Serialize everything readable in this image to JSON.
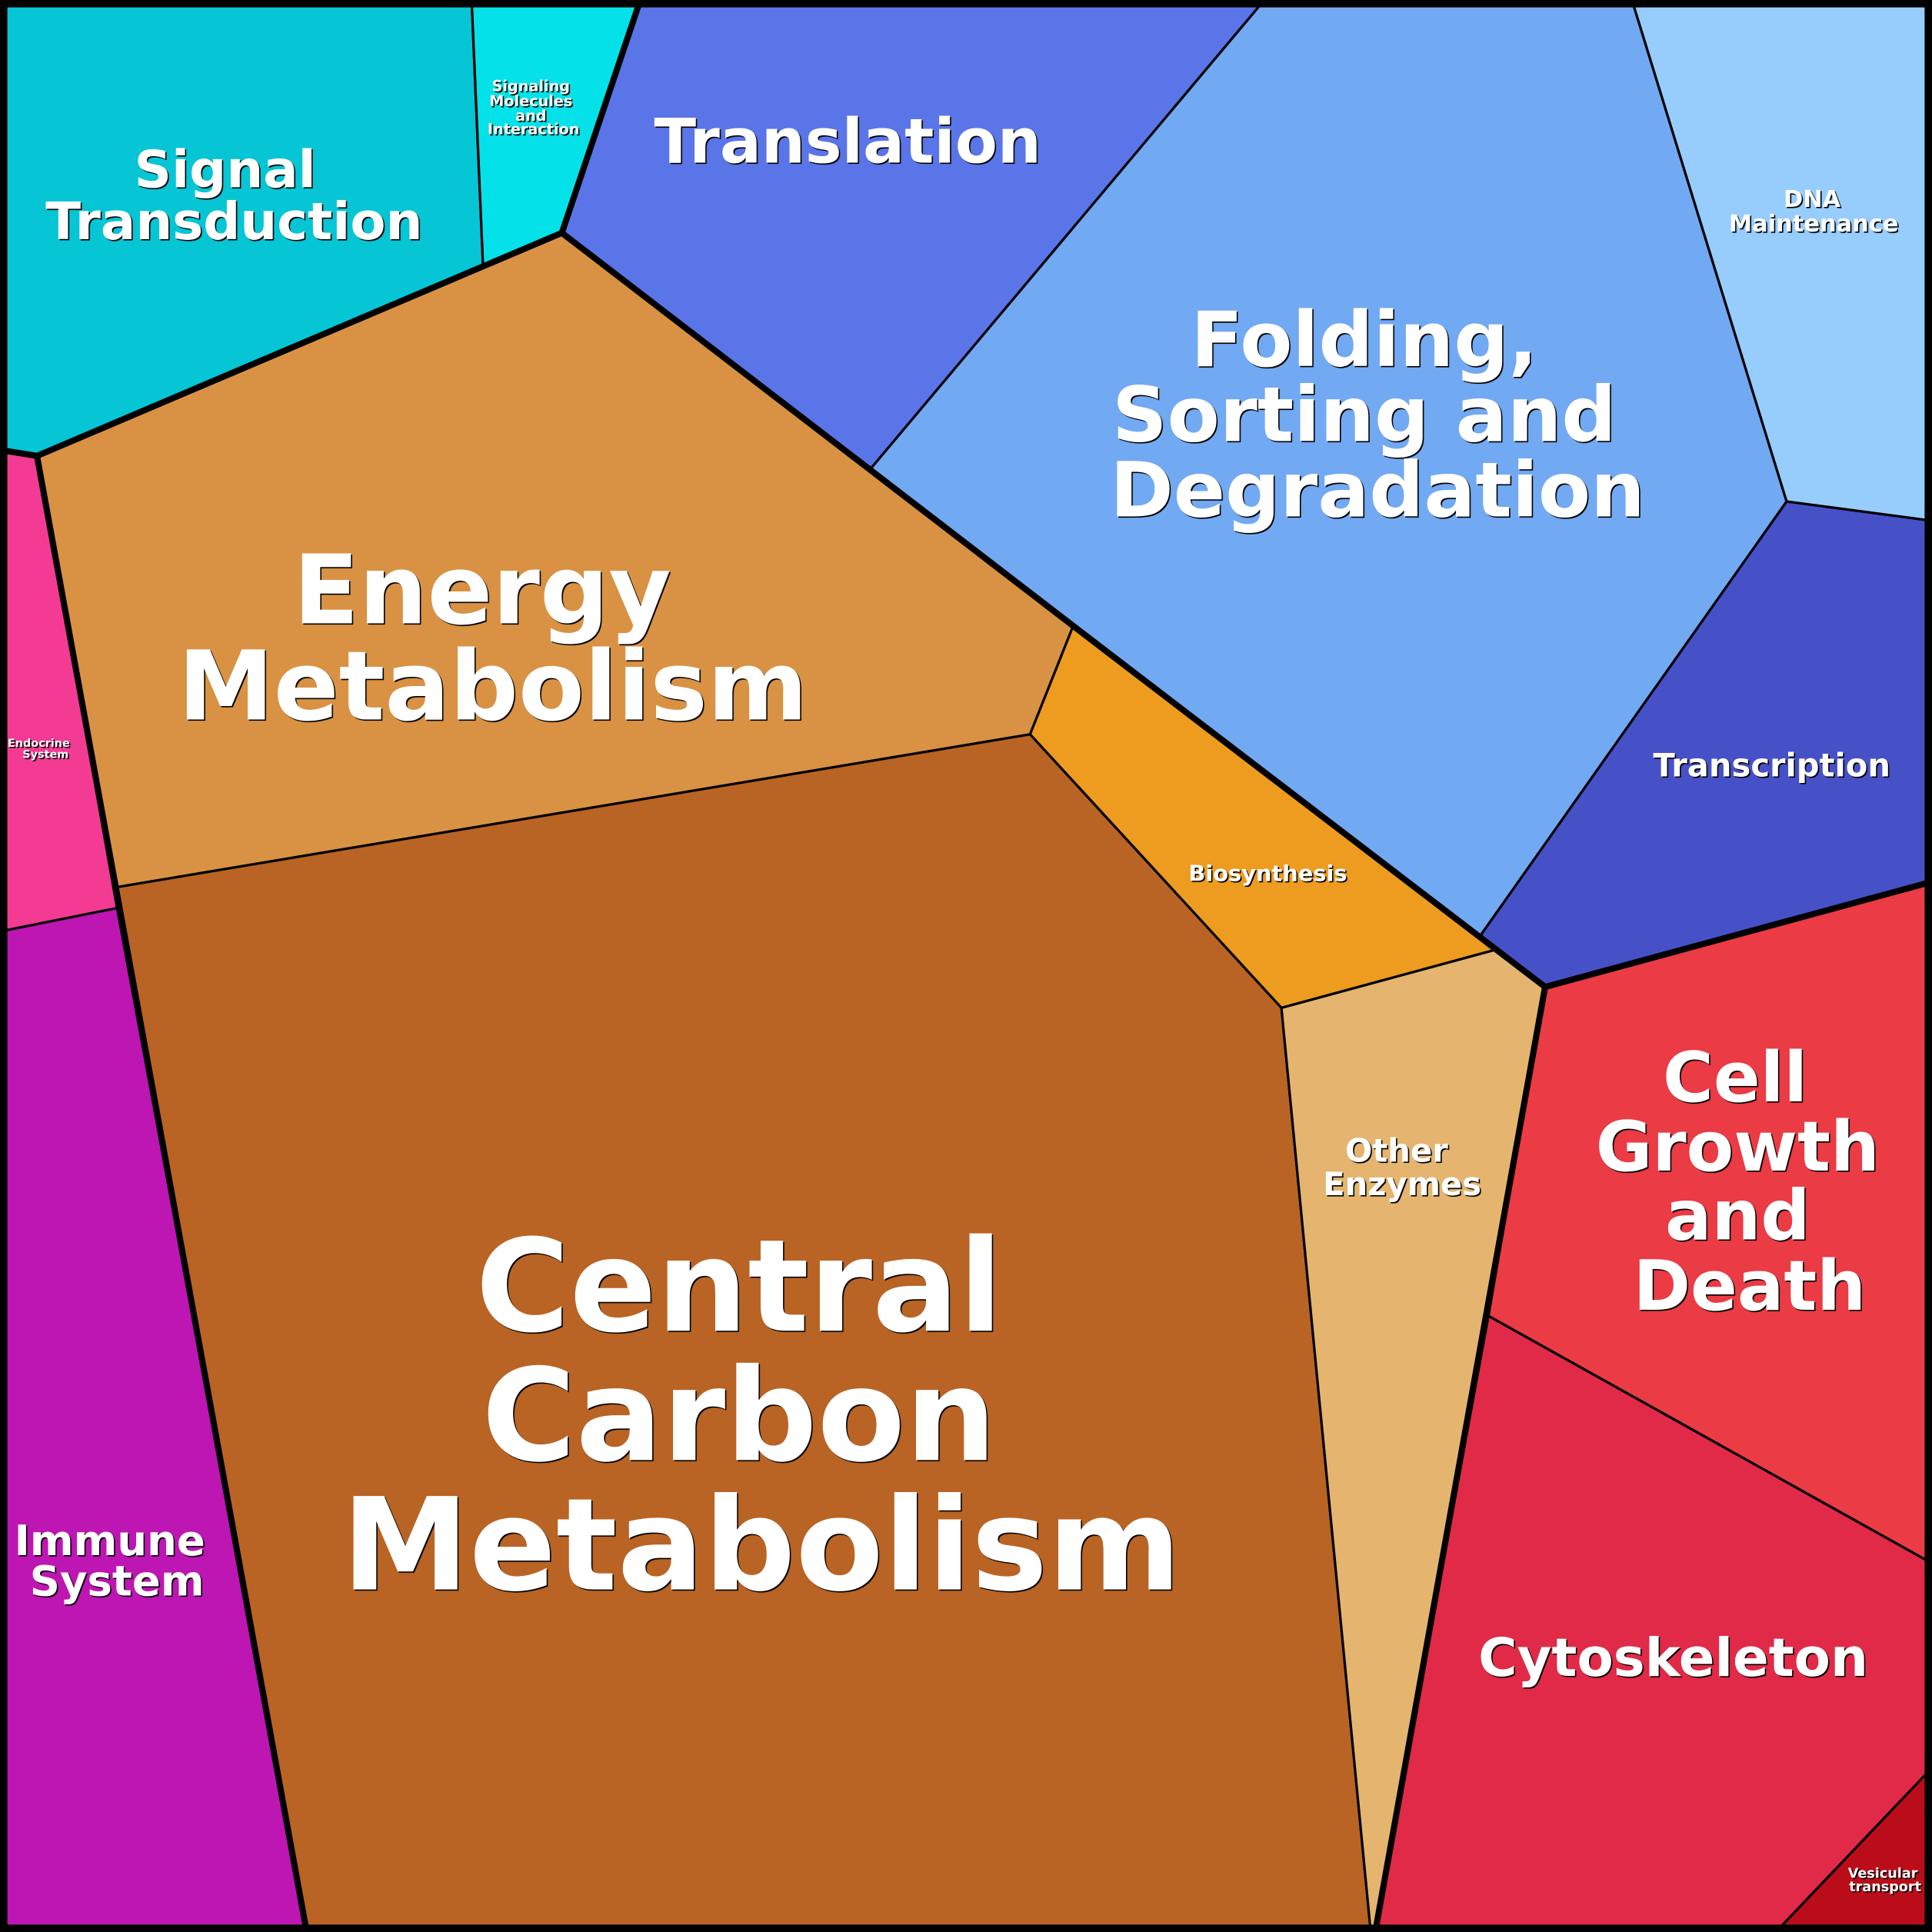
{
  "title": "Voronoi treemap of functional categories",
  "cells": {
    "signal_transduction": {
      "lines": [
        "Signal",
        "Transduction"
      ],
      "color": "#06c5d5"
    },
    "signaling_molecules": {
      "lines": [
        "Signaling",
        "Molecules",
        "and",
        "Interaction"
      ],
      "color": "#05e1e8"
    },
    "translation": {
      "lines": [
        "Translation"
      ],
      "color": "#5a75e8"
    },
    "folding": {
      "lines": [
        "Folding,",
        "Sorting and",
        "Degradation"
      ],
      "color": "#72a9f3"
    },
    "dna_maintenance": {
      "lines": [
        "DNA",
        "Maintenance"
      ],
      "color": "#96cdfd"
    },
    "transcription": {
      "lines": [
        "Transcription"
      ],
      "color": "#4651c8"
    },
    "energy_metabolism": {
      "lines": [
        "Energy",
        "Metabolism"
      ],
      "color": "#d99243"
    },
    "biosynthesis": {
      "lines": [
        "Biosynthesis"
      ],
      "color": "#ed9c20"
    },
    "central_carbon": {
      "lines": [
        "Central",
        "Carbon",
        "Metabolism"
      ],
      "color": "#b96424"
    },
    "other_enzymes": {
      "lines": [
        "Other",
        "Enzymes"
      ],
      "color": "#e5b56f"
    },
    "endocrine": {
      "lines": [
        "Endocrine",
        "System"
      ],
      "color": "#f43b94"
    },
    "immune": {
      "lines": [
        "Immune",
        "System"
      ],
      "color": "#bd16b3"
    },
    "cell_growth": {
      "lines": [
        "Cell",
        "Growth",
        "and",
        "Death"
      ],
      "color": "#eb3b44"
    },
    "cytoskeleton": {
      "lines": [
        "Cytoskeleton"
      ],
      "color": "#e12a48"
    },
    "vesicular": {
      "lines": [
        "Vesicular",
        "transport"
      ],
      "color": "#bb0d19"
    }
  }
}
